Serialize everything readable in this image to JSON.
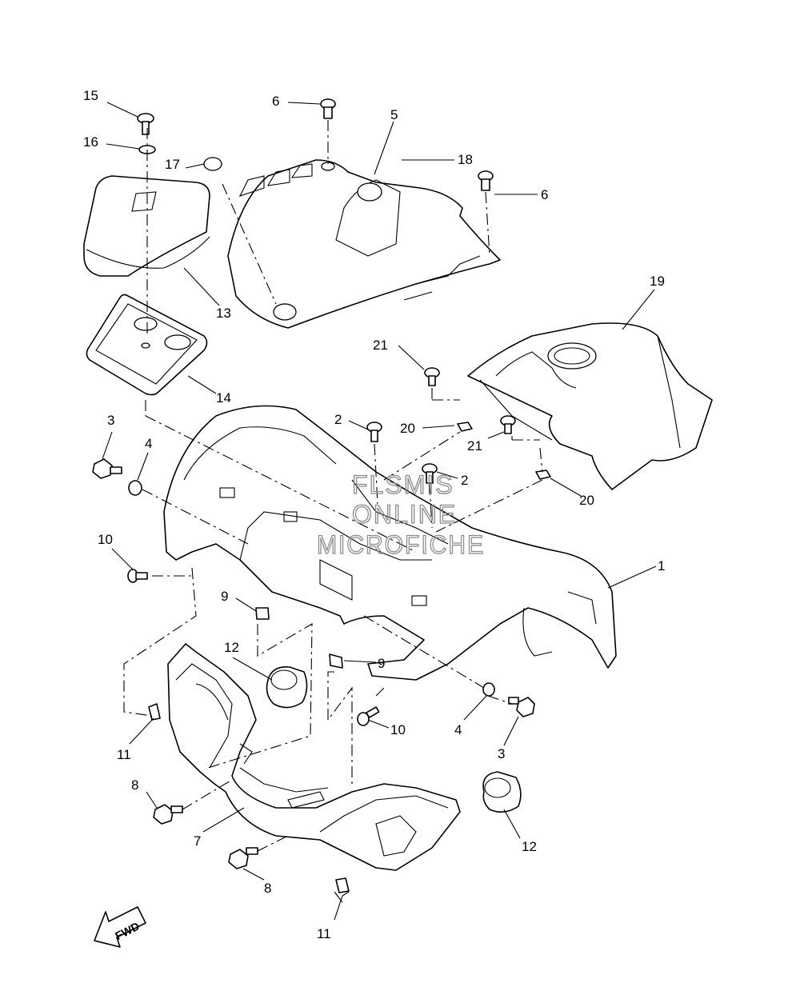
{
  "diagram": {
    "callouts": [
      "1",
      "2",
      "3",
      "4",
      "5",
      "6",
      "7",
      "8",
      "9",
      "10",
      "11",
      "12",
      "13",
      "14",
      "15",
      "16",
      "17",
      "18",
      "19",
      "20",
      "21"
    ],
    "watermark": [
      "FLSMIS",
      "ONLINE",
      "MICROFICHE"
    ],
    "fwd_label": "FWD"
  }
}
